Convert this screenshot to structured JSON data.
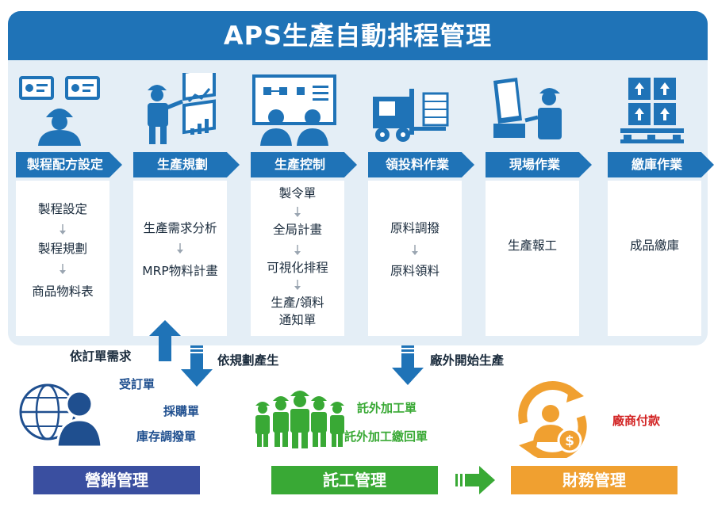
{
  "title": "APS生產自動排程管理",
  "columns": [
    {
      "id": "recipe",
      "label": "製程配方設定",
      "icon": "engineer-monitors-icon",
      "items": [
        "製程設定",
        "製程規劃",
        "商品物料表"
      ]
    },
    {
      "id": "planning",
      "label": "生產規劃",
      "icon": "engineer-charts-icon",
      "items": [
        "生產需求分析",
        "MRP物料計畫"
      ]
    },
    {
      "id": "control",
      "label": "生產控制",
      "icon": "meeting-board-icon",
      "items": [
        "製令單",
        "全局計畫",
        "可視化排程",
        "生產/領料",
        "通知單"
      ]
    },
    {
      "id": "materials",
      "label": "領投料作業",
      "icon": "forklift-icon",
      "items": [
        "原料調撥",
        "原料領料"
      ]
    },
    {
      "id": "field",
      "label": "現場作業",
      "icon": "operator-terminal-icon",
      "items": [
        "生產報工"
      ]
    },
    {
      "id": "warehouse",
      "label": "繳庫作業",
      "icon": "pallet-boxes-icon",
      "items": [
        "成品繳庫"
      ]
    }
  ],
  "flows": {
    "up_label": "依訂單需求",
    "down_label": "依規劃產生",
    "outsource_label": "廠外開始生產"
  },
  "sales": {
    "label": "營銷管理",
    "docs": [
      "受訂單",
      "採購單",
      "庫存調撥單"
    ],
    "icon": "globe-user-icon",
    "color": "#3a4fa0"
  },
  "outsourcing": {
    "label": "託工管理",
    "docs": [
      "託外加工單",
      "託外加工繳回單"
    ],
    "icon": "workers-group-icon",
    "color": "#39a935"
  },
  "finance": {
    "label": "財務管理",
    "docs": [
      "廠商付款"
    ],
    "icon": "payment-cycle-icon",
    "color": "#f0a030"
  },
  "colors": {
    "primary_blue": "#1f73b7",
    "panel_bg": "#e4eef6",
    "green": "#39a935",
    "orange": "#f0a030",
    "navy": "#3a4fa0",
    "red_text": "#d22222"
  }
}
